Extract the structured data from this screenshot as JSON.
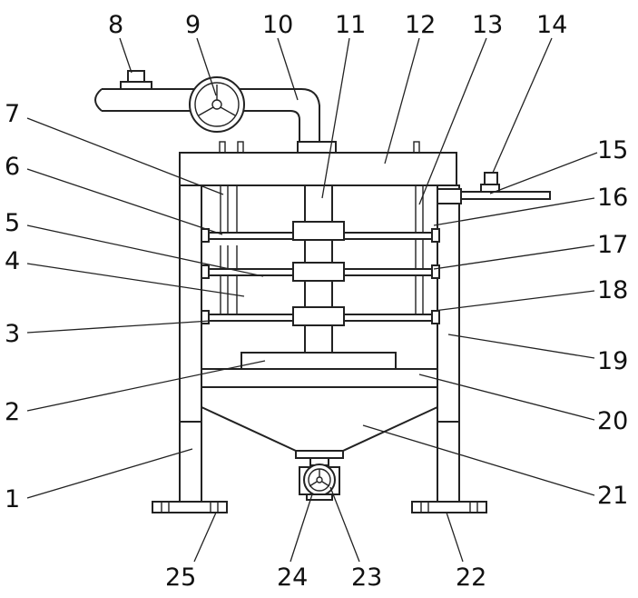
{
  "diagram": {
    "callouts": [
      {
        "id": "label-1",
        "text": "1"
      },
      {
        "id": "label-2",
        "text": "2"
      },
      {
        "id": "label-3",
        "text": "3"
      },
      {
        "id": "label-4",
        "text": "4"
      },
      {
        "id": "label-5",
        "text": "5"
      },
      {
        "id": "label-6",
        "text": "6"
      },
      {
        "id": "label-7",
        "text": "7"
      },
      {
        "id": "label-8",
        "text": "8"
      },
      {
        "id": "label-9",
        "text": "9"
      },
      {
        "id": "label-10",
        "text": "10"
      },
      {
        "id": "label-11",
        "text": "11"
      },
      {
        "id": "label-12",
        "text": "12"
      },
      {
        "id": "label-13",
        "text": "13"
      },
      {
        "id": "label-14",
        "text": "14"
      },
      {
        "id": "label-15",
        "text": "15"
      },
      {
        "id": "label-16",
        "text": "16"
      },
      {
        "id": "label-17",
        "text": "17"
      },
      {
        "id": "label-18",
        "text": "18"
      },
      {
        "id": "label-19",
        "text": "19"
      },
      {
        "id": "label-20",
        "text": "20"
      },
      {
        "id": "label-21",
        "text": "21"
      },
      {
        "id": "label-22",
        "text": "22"
      },
      {
        "id": "label-23",
        "text": "23"
      },
      {
        "id": "label-24",
        "text": "24"
      },
      {
        "id": "label-25",
        "text": "25"
      }
    ],
    "colors": {
      "line": "#222222",
      "text": "#111111",
      "background": "#ffffff"
    }
  }
}
